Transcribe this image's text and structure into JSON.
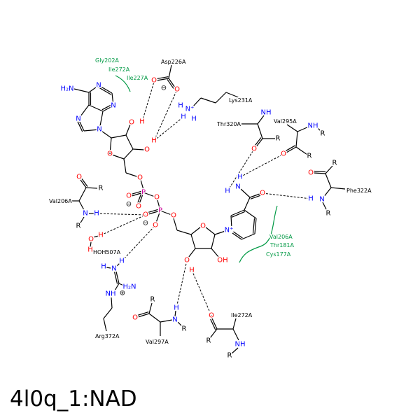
{
  "title": "4l0q_1:NAD",
  "colors": {
    "O": "#ff0000",
    "N": "#0000ff",
    "P": "#cc0099",
    "C": "#000000",
    "hydrophobic": "#009944"
  },
  "labels": {
    "O": "O",
    "N": "N",
    "H": "H",
    "P": "P",
    "R": "R",
    "NH": "NH",
    "OH": "OH",
    "H2N": "H₂N",
    "Nplus": "N⁺",
    "minus": "⊖",
    "plus": "⊕"
  },
  "residues": {
    "asp226": "Asp226A",
    "lys231": "Lys231A",
    "thr320": "Thr320A",
    "val295": "Val295A",
    "phe322": "Phe322A",
    "val206": "Val206A",
    "hoh507": "HOH507A",
    "arg372": "Arg372A",
    "val297": "Val297A",
    "ile272": "Ile272A"
  },
  "hydrophobic_groups": [
    {
      "residues": [
        "Gly202A",
        "Ile272A",
        "Ile227A"
      ]
    },
    {
      "residues": [
        "Val206A",
        "Thr181A",
        "Cys177A"
      ]
    }
  ]
}
